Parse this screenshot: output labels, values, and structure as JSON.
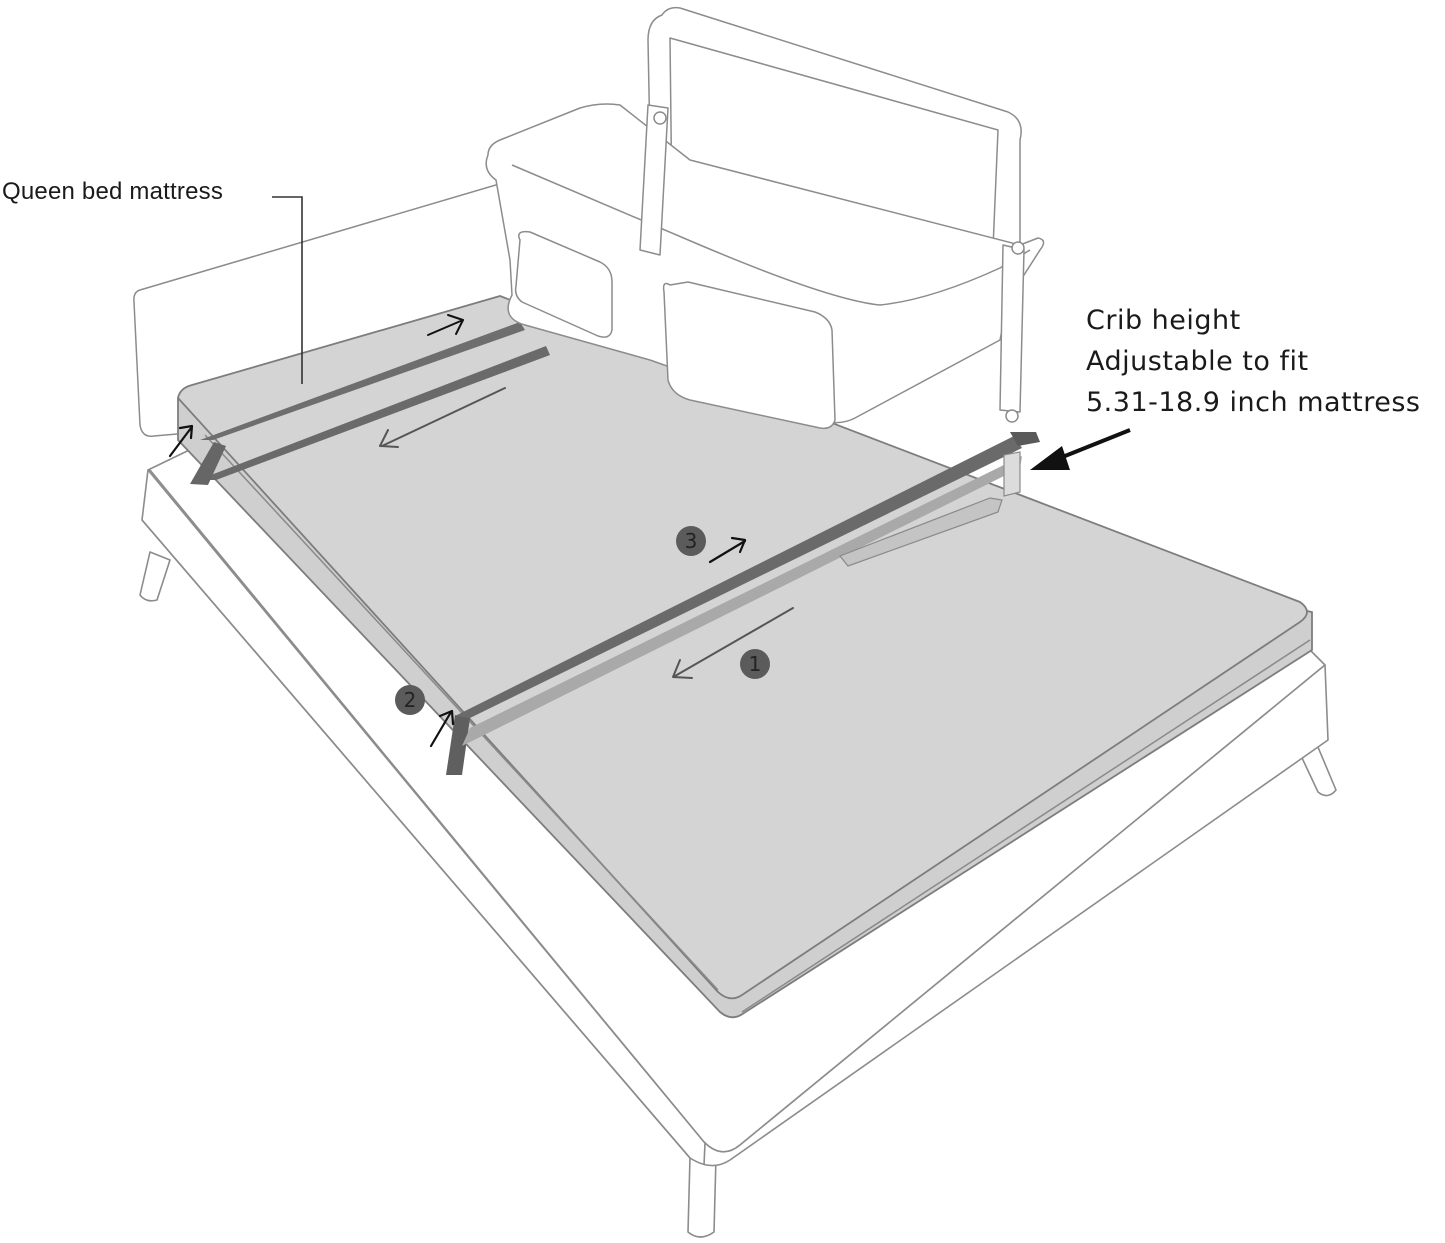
{
  "labels": {
    "queen_bed": "Queen bed mattress",
    "crib_height": {
      "line1": "Crib height",
      "line2": "Adjustable to fit",
      "line3": "5.31-18.9 inch mattress"
    }
  },
  "steps": [
    {
      "number": "1",
      "direction": "arrow pointing down-left along strap"
    },
    {
      "number": "2",
      "direction": "arrow pointing up over mattress edge"
    },
    {
      "number": "3",
      "direction": "arrow pointing up-right along strap"
    }
  ],
  "colors": {
    "mattress_fill": "#d3d3d3",
    "strap": "#6a6a6a",
    "strap_shadow": "#a8a8a8",
    "outline": "#8a8a8a",
    "badge": "#5b5b5b",
    "text": "#1a1a1a"
  },
  "icons": {
    "pointer_arrow": "arrow-left-icon",
    "direction_arrows": "arrow-icon"
  }
}
